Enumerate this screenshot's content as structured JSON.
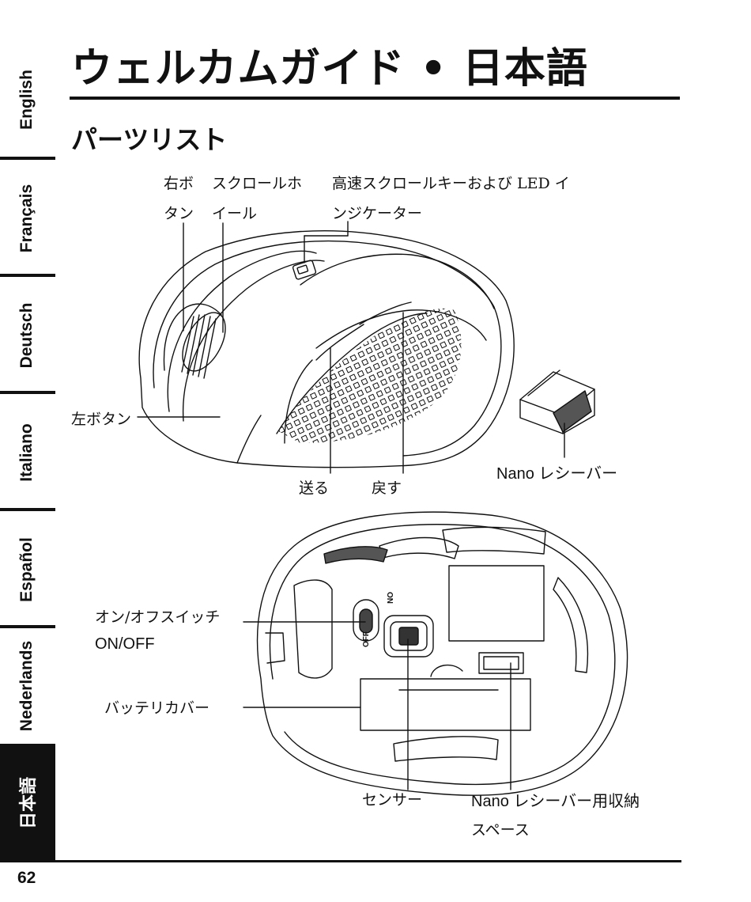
{
  "side_tabs": [
    "English",
    "Français",
    "Deutsch",
    "Italiano",
    "Español",
    "Nederlands",
    "日本語"
  ],
  "active_tab": "日本語",
  "page_number": "62",
  "title": "ウェルカムガイド • 日本語",
  "section_title": "パーツリスト",
  "labels": {
    "right_button_1": "右ボ",
    "right_button_2": "タン",
    "scroll_wheel_1": "スクロールホ",
    "scroll_wheel_2": "イール",
    "hyper_scroll_1": "高速スクロールキーおよび LED イ",
    "hyper_scroll_2": "ンジケーター",
    "left_button": "左ボタン",
    "forward": "送る",
    "back": "戻す",
    "nano_receiver": "Nano レシーバー",
    "onoff_1": "オン/オフスイッチ",
    "onoff_2": "ON/OFF",
    "battery_cover": "バッテリカバー",
    "sensor": "センサー",
    "nano_storage_1": "Nano レシーバー用収納",
    "nano_storage_2": "スペース",
    "switch_on": "ON",
    "switch_off": "OFF"
  }
}
